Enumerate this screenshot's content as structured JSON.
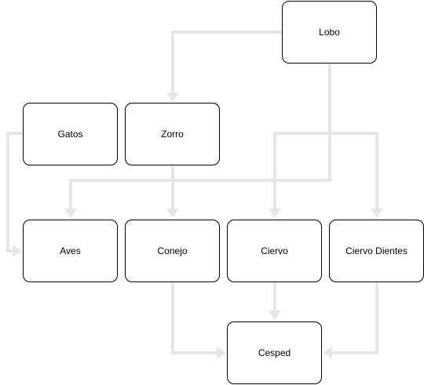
{
  "colors": {
    "edge": "#e6e6e6",
    "node_border": "#000000",
    "node_fill": "#ffffff",
    "text": "#000000"
  },
  "nodes": {
    "lobo": "Lobo",
    "gatos": "Gatos",
    "zorro": "Zorro",
    "aves": "Aves",
    "conejo": "Conejo",
    "ciervo": "Ciervo",
    "ciervo_dientes": "Ciervo Dientes",
    "cesped": "Cesped"
  },
  "edges": [
    {
      "from": "Lobo",
      "to": "Zorro"
    },
    {
      "from": "Lobo",
      "to": "Aves"
    },
    {
      "from": "Lobo",
      "to": "Ciervo"
    },
    {
      "from": "Lobo",
      "to": "Ciervo Dientes"
    },
    {
      "from": "Gatos",
      "to": "Aves"
    },
    {
      "from": "Zorro",
      "to": "Conejo"
    },
    {
      "from": "Conejo",
      "to": "Cesped"
    },
    {
      "from": "Ciervo",
      "to": "Cesped"
    },
    {
      "from": "Ciervo Dientes",
      "to": "Cesped"
    }
  ]
}
